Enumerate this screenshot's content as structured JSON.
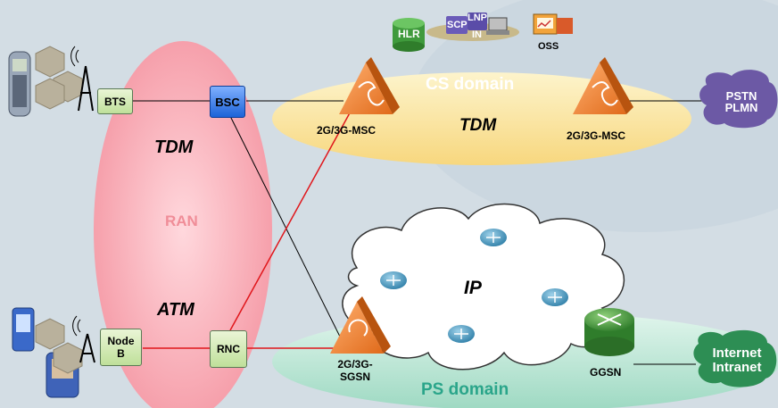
{
  "nodes": {
    "bts": "BTS",
    "bsc": "BSC",
    "node_b_line1": "Node",
    "node_b_line2": "B",
    "rnc": "RNC",
    "msc_left": "2G/3G-MSC",
    "msc_right": "2G/3G-MSC",
    "sgsn_line1": "2G/3G-",
    "sgsn_line2": "SGSN",
    "ggsn": "GGSN",
    "hlr": "HLR",
    "scp": "SCP",
    "lnp": "LNP",
    "in": "IN",
    "oss": "OSS"
  },
  "regions": {
    "ran": "RAN",
    "tdm_ran": "TDM",
    "atm": "ATM",
    "cs_domain": "CS domain",
    "tdm_cs": "TDM",
    "ip": "IP",
    "ps_domain": "PS domain"
  },
  "external": {
    "pstn_line1": "PSTN",
    "pstn_line2": "PLMN",
    "internet_line1": "Internet",
    "internet_line2": "Intranet"
  },
  "colors": {
    "ran_ellipse": "#f6a3ad",
    "cs_ellipse": "#fde7a6",
    "ps_ellipse": "#bfe6d7",
    "ran_text": "#f08d98",
    "ps_text": "#2aa58a",
    "cs_text": "#ffffff",
    "red_link": "#e0161b",
    "external_cloud": "#6c59a5",
    "external_cloud_green": "#2d8e54"
  }
}
